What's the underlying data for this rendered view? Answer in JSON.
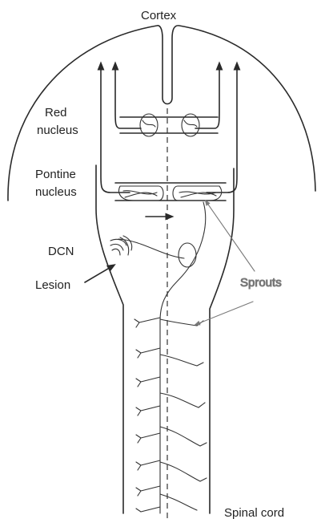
{
  "labels": {
    "cortex": "Cortex",
    "red_nucleus_line1": "Red",
    "red_nucleus_line2": "nucleus",
    "pontine_line1": "Pontine",
    "pontine_line2": "nucleus",
    "dcn": "DCN",
    "lesion": "Lesion",
    "sprouts": "Sprouts",
    "spinal_cord": "Spinal cord"
  },
  "colors": {
    "ink": "#2a2a2a",
    "sprout_grey": "#7a7a7a"
  }
}
